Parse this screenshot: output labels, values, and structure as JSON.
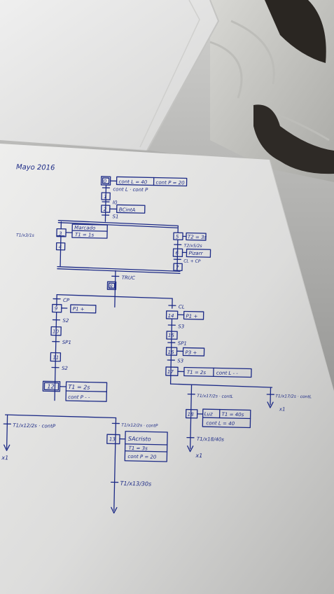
{
  "header": {
    "date": "Mayo 2016"
  },
  "diagram": {
    "steps": {
      "s0": "0",
      "s1": "1",
      "s2": "2",
      "s3": "3",
      "s4": "4",
      "s5": "5",
      "s6": "6",
      "s7": "7",
      "s8": "8",
      "s9": "9",
      "s10": "10",
      "s11": "11",
      "s12": "12",
      "s13": "13",
      "s14": "14",
      "s15": "15",
      "s16": "16",
      "s17": "17",
      "s18": "18"
    },
    "labels": {
      "init_action_a": "cont L = 40",
      "init_action_b": "cont P = 20",
      "t_cont": "cont L · cont P",
      "t_i0": "I0",
      "act_bcinta": "BCintA",
      "t_s1": "S1",
      "act_marcado": "Marcado",
      "act_t1s": "T1 = 1s",
      "t_t1x315": "T1/x3/1s",
      "act_t2": "T2 = 3s",
      "t_t2x523": "T2/x5/2s",
      "act_pizarron": "Pizarr",
      "t_clcp": "CL + CP",
      "t_truc": "TRUC",
      "t_cp": "CP",
      "act_p1": "P1 +",
      "t_s2a": "S2",
      "t_sp1a": "SP1",
      "t_s2b": "S2",
      "act_t1_2s_a": "T1 = 2s",
      "act_contp": "cont P - -",
      "t_left": "T1/x12/2s · contP",
      "t_mid": "T1/x12/2s · contP",
      "act_salcristo": "SAcristo",
      "act_t1_3s": "T1 = 3s",
      "act_contp20": "cont P = 20",
      "t_bottom": "T1/x13/30s",
      "x1_left": "x1",
      "t_cl": "CL",
      "act_p1b": "P1 +",
      "t_s3a": "S3",
      "t_sp1b": "SP1",
      "act_p3": "P3 +",
      "t_s3b": "S3",
      "act_t1_2s_b": "T1 = 2s",
      "act_contl": "cont L - -",
      "t_r1": "T1/x17/2s · contL",
      "t_r2": "T1/x17/2s · contL",
      "x1_right": "x1",
      "act_luz": "Luz",
      "act_t1_40s": "T1 = 40s",
      "act_contl40": "cont L = 40",
      "t_r3": "T1/x18/40s",
      "x1_right2": "x1"
    }
  }
}
